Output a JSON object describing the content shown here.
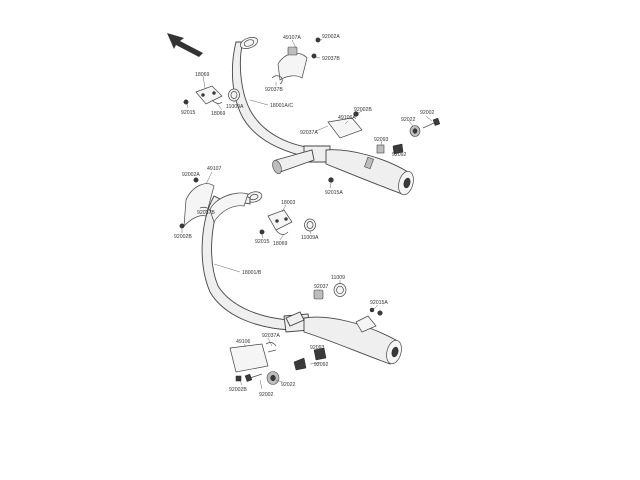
{
  "diagram": {
    "labels": {
      "upper_49107a": "49107A",
      "upper_92002a": "92002A",
      "upper_92037b_top": "92037B",
      "upper_92037b_mid": "92037B",
      "upper_18069_a": "18069",
      "upper_18069_b": "18069",
      "upper_92015": "92015",
      "upper_11009a": "11009A",
      "upper_18001ac": "18001A/C",
      "upper_92002b": "92002B",
      "upper_49106a": "49106A",
      "upper_92037a": "92037A",
      "upper_92002": "92002",
      "upper_92022": "92022",
      "upper_92093": "92093",
      "upper_92092": "92092",
      "upper_92015a": "92015A",
      "lower_49107": "49107",
      "lower_92002a": "92002A",
      "lower_92037b": "92037B",
      "lower_92002b": "92002B",
      "lower_18003": "18003",
      "lower_92015": "92015",
      "lower_18069": "18069",
      "lower_11009a": "11009A",
      "lower_18001b": "18001/B",
      "lower_11009": "11009",
      "lower_92037": "92037",
      "lower_92015a": "92015A",
      "lower_49106": "49106",
      "lower_92037a": "92037A",
      "lower_92093": "92093",
      "lower_92092a": "92092",
      "lower_92022": "92022",
      "lower_92002b_bot": "92002B",
      "lower_92002": "92002"
    }
  }
}
